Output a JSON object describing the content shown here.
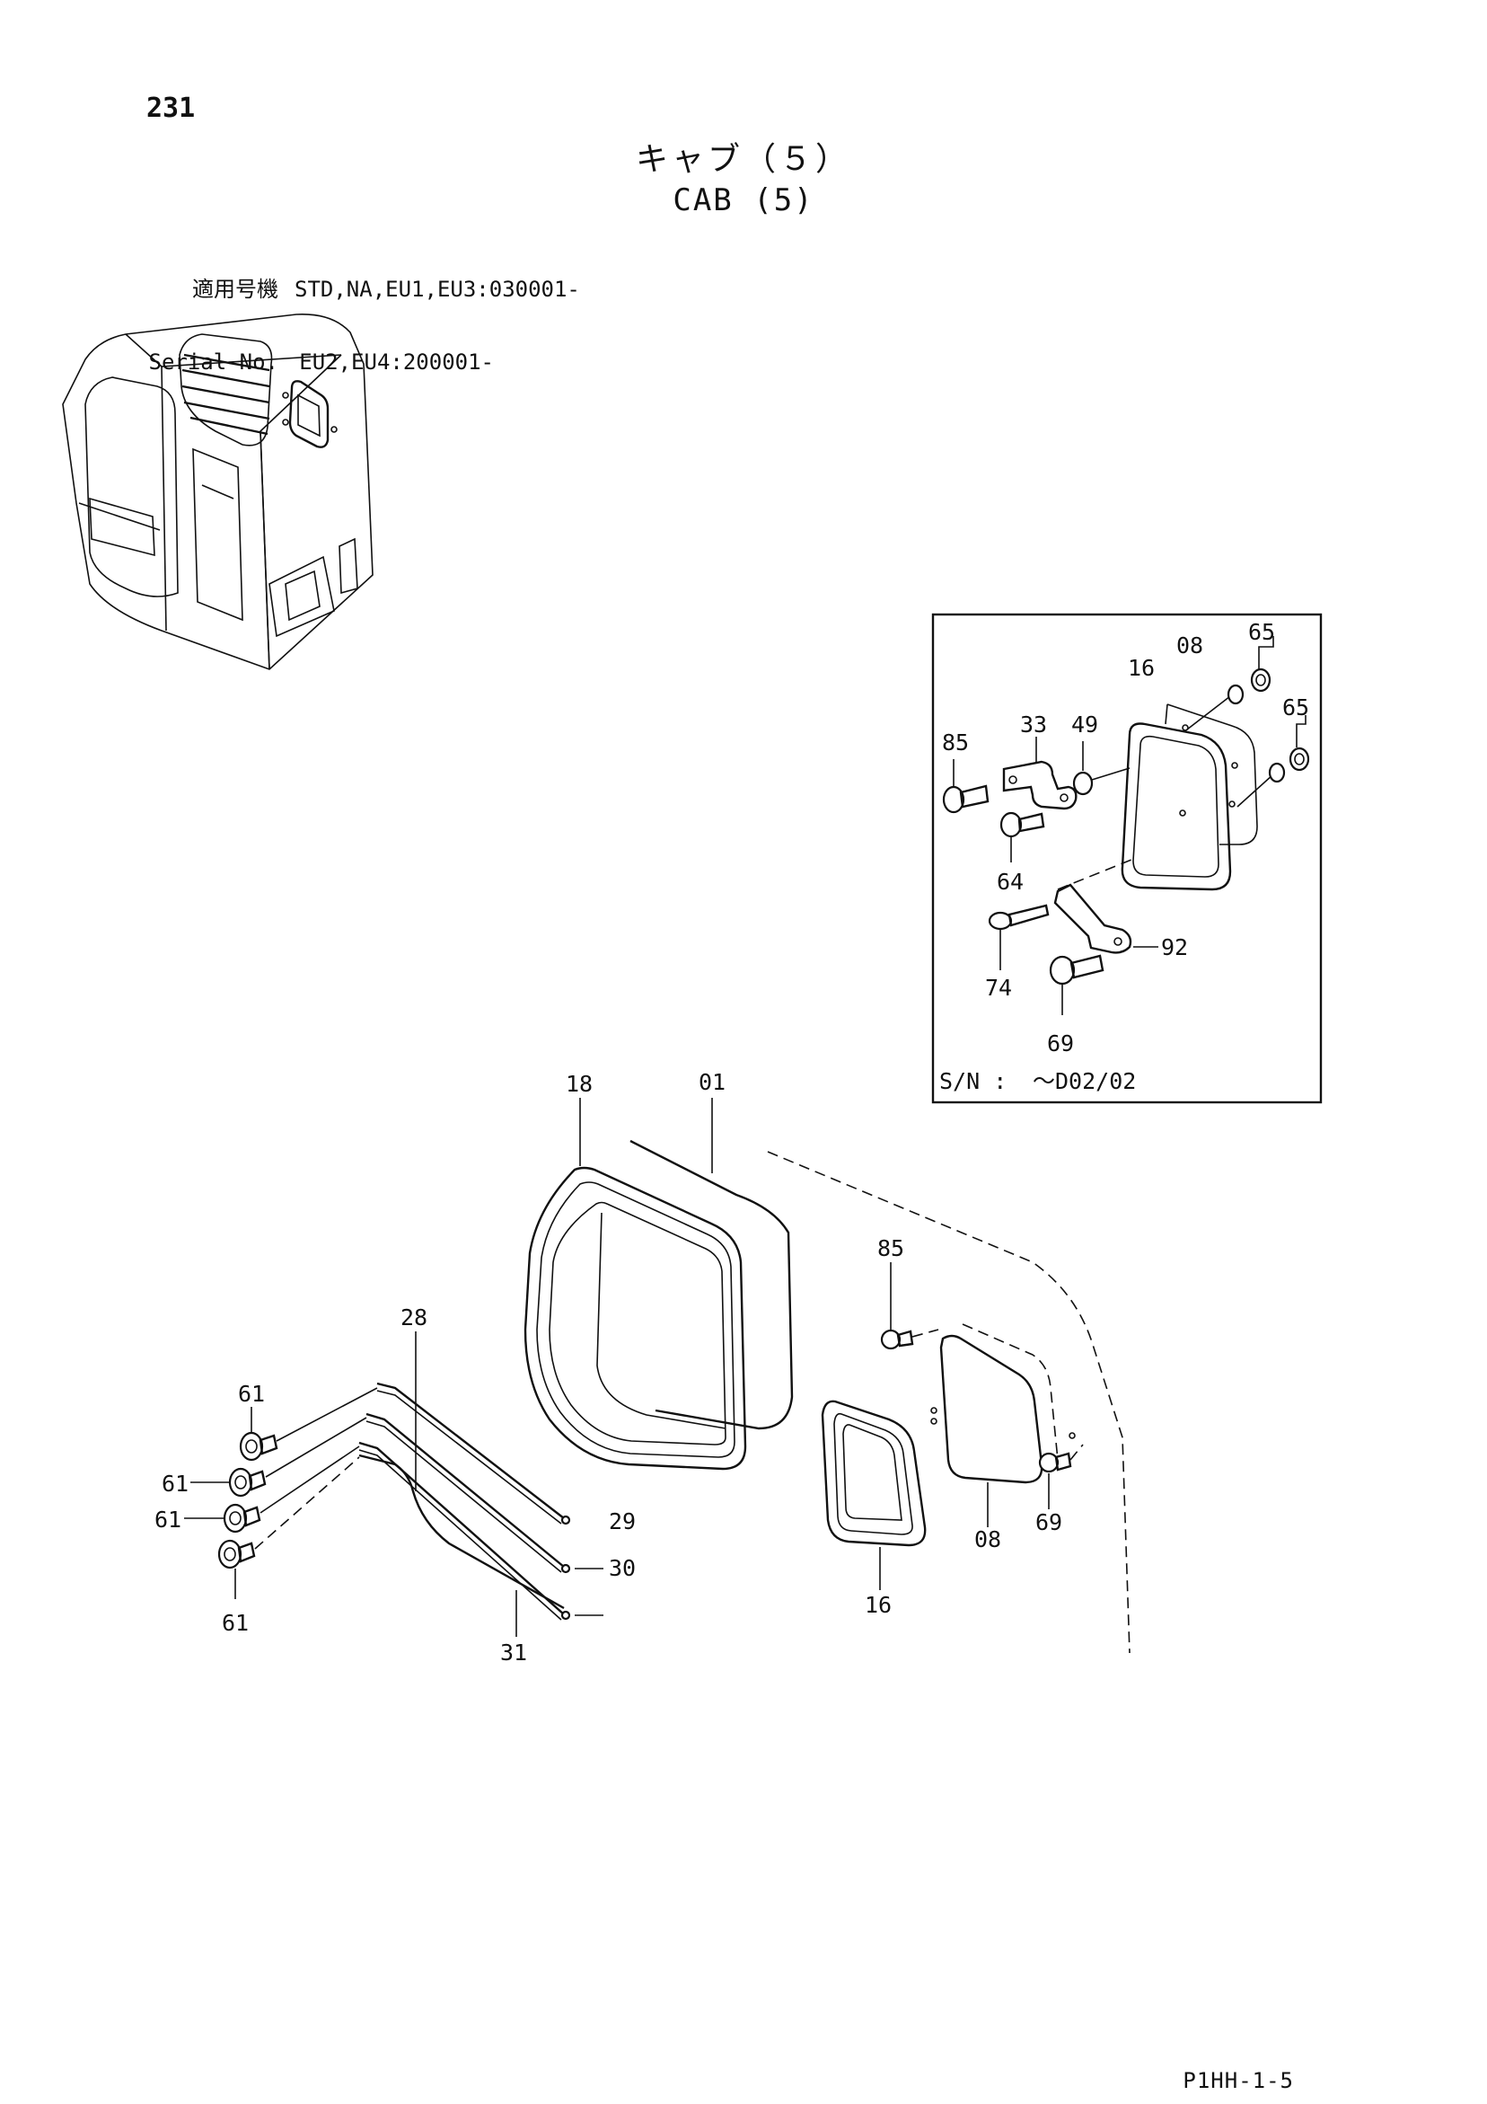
{
  "page": {
    "number": "231",
    "title_jp": "キャブ（５）",
    "title_en": "CAB (5)",
    "footer_code": "P1HH-1-5"
  },
  "serial": {
    "label_jp": "適用号機",
    "label_en": "Serial No.",
    "range_1": "STD,NA,EU1,EU3:030001-",
    "range_2": "EU2,EU4:200001-"
  },
  "inset": {
    "sn_label": "S/N :",
    "sn_value": "～D02/02",
    "callouts": [
      "65",
      "65",
      "08",
      "16",
      "33",
      "49",
      "85",
      "64",
      "92",
      "74",
      "69"
    ]
  },
  "main": {
    "callouts": [
      "18",
      "01",
      "28",
      "61",
      "61",
      "61",
      "61",
      "29",
      "30",
      "31",
      "85",
      "16",
      "08",
      "69"
    ]
  },
  "colors": {
    "ink": "#111111",
    "paper": "#ffffff"
  }
}
